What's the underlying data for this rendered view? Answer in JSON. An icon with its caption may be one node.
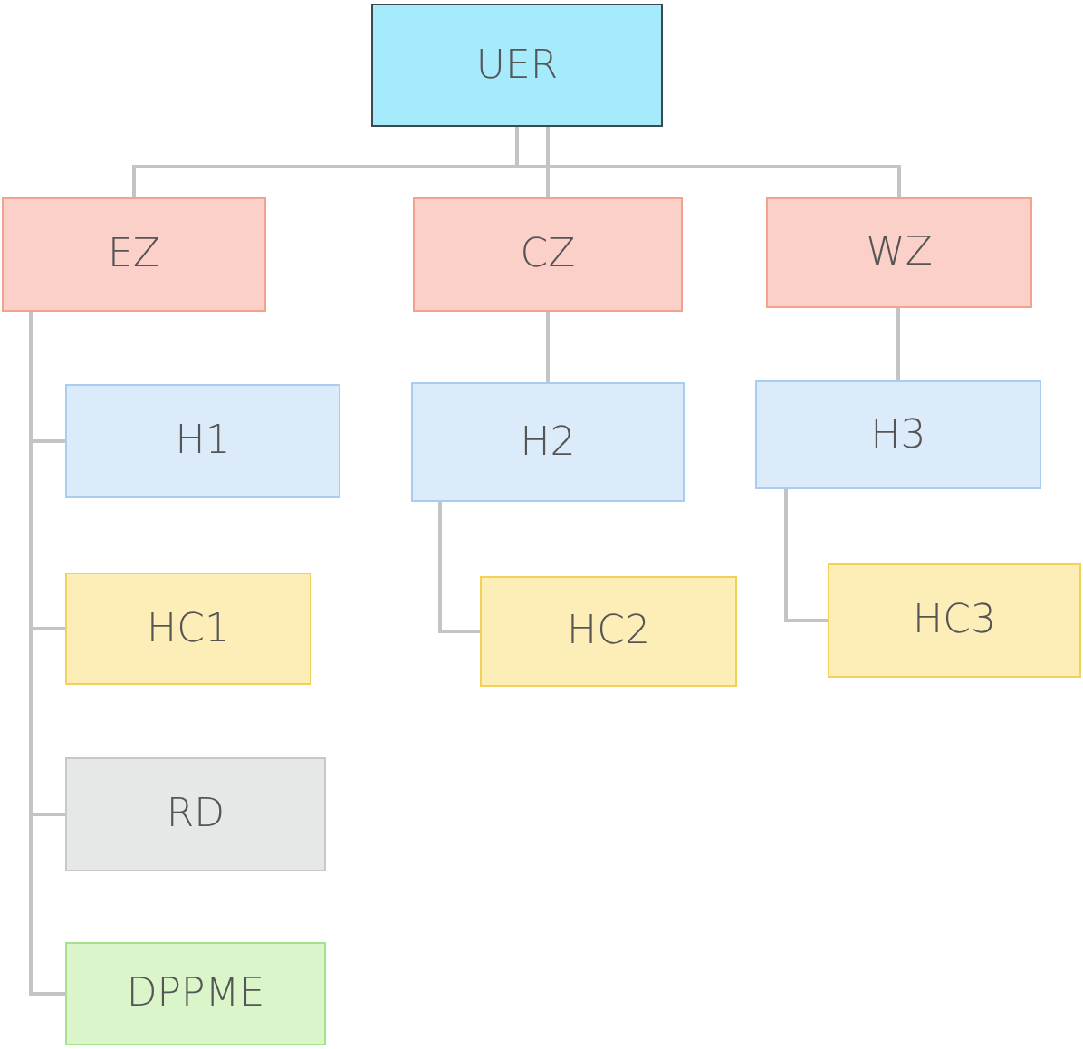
{
  "diagram": {
    "nodes": [
      {
        "text": [
          "UER"
        ]
      },
      {
        "text": [
          "EZ"
        ]
      },
      {
        "text": [
          "CZ"
        ]
      },
      {
        "text": [
          "WZ"
        ]
      },
      {
        "text": [
          "H1"
        ]
      },
      {
        "text": [
          "H2"
        ]
      },
      {
        "text": [
          "H3"
        ]
      },
      {
        "text": [
          "HC1"
        ]
      },
      {
        "text": [
          "HC2"
        ]
      },
      {
        "text": [
          "HC3"
        ]
      },
      {
        "text": [
          "RD"
        ]
      },
      {
        "text": [
          "DPPME"
        ]
      }
    ],
    "edges": [
      {
        "from": 0,
        "to": 1,
        "arrow": "none"
      },
      {
        "from": 0,
        "to": 2,
        "arrow": "none"
      },
      {
        "from": 0,
        "to": 3,
        "arrow": "none"
      },
      {
        "from": 1,
        "to": 4,
        "arrow": "none"
      },
      {
        "from": 1,
        "to": 7,
        "arrow": "none"
      },
      {
        "from": 1,
        "to": 10,
        "arrow": "none"
      },
      {
        "from": 1,
        "to": 11,
        "arrow": "none"
      },
      {
        "from": 2,
        "to": 5,
        "arrow": "none"
      },
      {
        "from": 3,
        "to": 6,
        "arrow": "none"
      },
      {
        "from": 5,
        "to": 8,
        "arrow": "none"
      },
      {
        "from": 6,
        "to": 9,
        "arrow": "none"
      }
    ]
  }
}
